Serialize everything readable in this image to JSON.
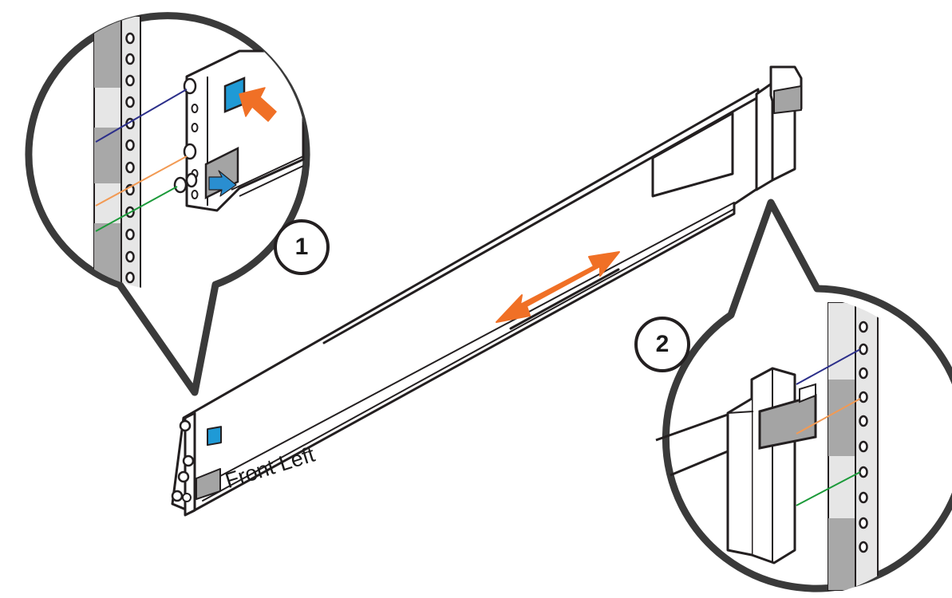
{
  "labels": {
    "front_left": "Front Left",
    "callout_1": "1",
    "callout_2": "2"
  },
  "colors": {
    "line": "#231f20",
    "outline": "#3a3a3a",
    "rack_post": "#a8a8a8",
    "rack_post_light": "#e6e6e6",
    "slide_arrow": "#f07026",
    "latch_blue": "#1f9ad6",
    "push_arrow_blue": "#2a8ed0",
    "tab_gray": "#a4a4a4",
    "guide_orange": "#f29a54",
    "guide_navy": "#2c2f8a",
    "guide_green": "#1c9a3a"
  },
  "icons": {
    "slide": "double-headed-arrow-icon",
    "push": "push-arrow-icon",
    "release": "release-arrow-icon"
  }
}
